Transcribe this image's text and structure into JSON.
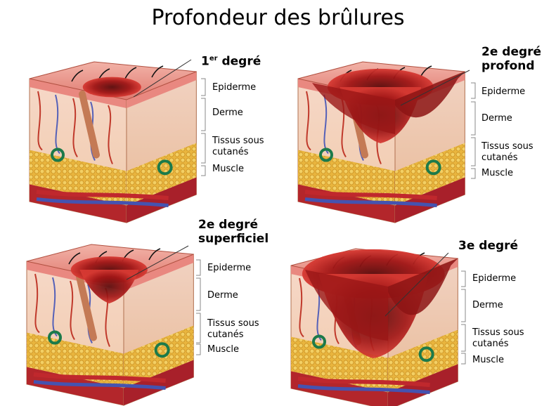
{
  "title": "Profondeur des brûlures",
  "panels": [
    {
      "heading_main": "1",
      "heading_sup": "er",
      "heading_rest": " degré",
      "labels": {
        "epiderme": "Epiderme",
        "derme": "Derme",
        "tissus": "Tissus sous\ncutanés",
        "muscle": "Muscle"
      }
    },
    {
      "heading": "2e degré\nprofond",
      "labels": {
        "epiderme": "Epiderme",
        "derme": "Derme",
        "tissus": "Tissus sous\ncutanés",
        "muscle": "Muscle"
      }
    },
    {
      "heading": "2e degré\nsuperficiel",
      "labels": {
        "epiderme": "Epiderme",
        "derme": "Derme",
        "tissus": "Tissus sous\ncutanés",
        "muscle": "Muscle"
      }
    },
    {
      "heading": "3e degré",
      "labels": {
        "epiderme": "Epiderme",
        "derme": "Derme",
        "tissus": "Tissus sous\ncutanés",
        "muscle": "Muscle"
      }
    }
  ]
}
